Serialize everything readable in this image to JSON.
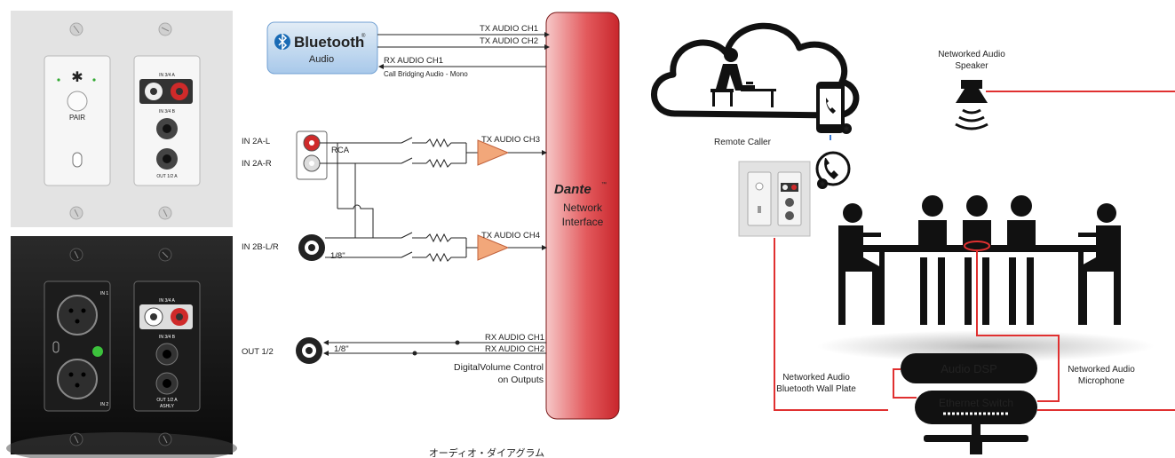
{
  "photos": {
    "white_plate": {
      "pair_label": "PAIR",
      "jack_labels": [
        "IN 3/4 A",
        "IN 3/4 B",
        "OUT 1/2 A"
      ]
    },
    "black_plate": {
      "jack_labels": [
        "IN 1",
        "IN 2",
        "IN 3/4 A",
        "IN 3/4 B",
        "OUT 1/2 A"
      ],
      "brand": "ASHLY"
    }
  },
  "signal_diagram": {
    "bluetooth": {
      "brand": "Bluetooth",
      "mark": "®",
      "sub": "Audio"
    },
    "tx_ch1": "TX AUDIO CH1",
    "tx_ch2": "TX AUDIO CH2",
    "rx_ch1_bt": "RX AUDIO CH1",
    "call_bridging": "Call Bridging Audio - Mono",
    "in_2a_l": "IN 2A-L",
    "in_2a_r": "IN 2A-R",
    "rca": "RCA",
    "tx_ch3": "TX AUDIO CH3",
    "in_2b": "IN 2B-L/R",
    "eighth_in": "1/8\"",
    "tx_ch4": "TX AUDIO CH4",
    "out_12": "OUT 1/2",
    "eighth_out": "1/8\"",
    "rx_ch1": "RX AUDIO CH1",
    "rx_ch2": "RX AUDIO CH2",
    "volume_line1": "DigitalVolume Control",
    "volume_line2": "on Outputs",
    "dante_brand": "Dante",
    "dante_tm": "™",
    "network": "Network",
    "interface": "Interface",
    "caption": "オーディオ・ダイアグラム"
  },
  "system_diagram": {
    "remote_caller": "Remote Caller",
    "speaker_line1": "Networked Audio",
    "speaker_line2": "Speaker",
    "wallplate_line1": "Networked Audio",
    "wallplate_line2": "Bluetooth Wall Plate",
    "mic_line1": "Networked Audio",
    "mic_line2": "Microphone",
    "dsp": "Audio DSP",
    "switch": "Ethernet Switch"
  },
  "colors": {
    "red_line": "#e03030",
    "dante_red": "#d8353a",
    "bluetooth_blue": "#1a6bb5"
  }
}
